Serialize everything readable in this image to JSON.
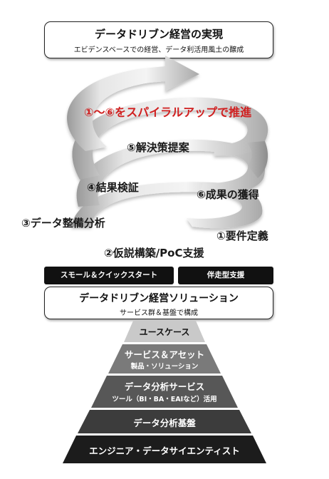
{
  "top_box": {
    "title": "データドリブン経営の実現",
    "subtitle": "エビデンスベースでの経営、データ利活用風土の醸成"
  },
  "spiral": {
    "main_label": "①～⑥をスパイラルアップで推進",
    "main_label_color": "#d01f1f",
    "steps": [
      "⑤解決策提案",
      "④結果検証",
      "⑥成果の獲得",
      "③データ整備分析",
      "①要件定義",
      "②仮説構築/PoC支援"
    ]
  },
  "pills": [
    "スモール＆クイックスタート",
    "伴走型支援"
  ],
  "solution_box": {
    "title": "データドリブン経営ソリューション",
    "subtitle": "サービス群＆基盤で構成"
  },
  "pyramid": [
    {
      "title": "ユースケース",
      "subtitle": "",
      "color": "#c9c9c9",
      "text_color": "#111111"
    },
    {
      "title": "サービス＆アセット",
      "subtitle": "製品・ソリューション",
      "color": "#7a7a7a",
      "text_color": "#ffffff"
    },
    {
      "title": "データ分析サービス",
      "subtitle": "ツール（BI・BA・EAIなど）活用",
      "color": "#575757",
      "text_color": "#ffffff"
    },
    {
      "title": "データ分析基盤",
      "subtitle": "",
      "color": "#3c3c3c",
      "text_color": "#ffffff"
    },
    {
      "title": "エンジニア・データサイエンティスト",
      "subtitle": "",
      "color": "#1c1c1c",
      "text_color": "#ffffff"
    }
  ]
}
